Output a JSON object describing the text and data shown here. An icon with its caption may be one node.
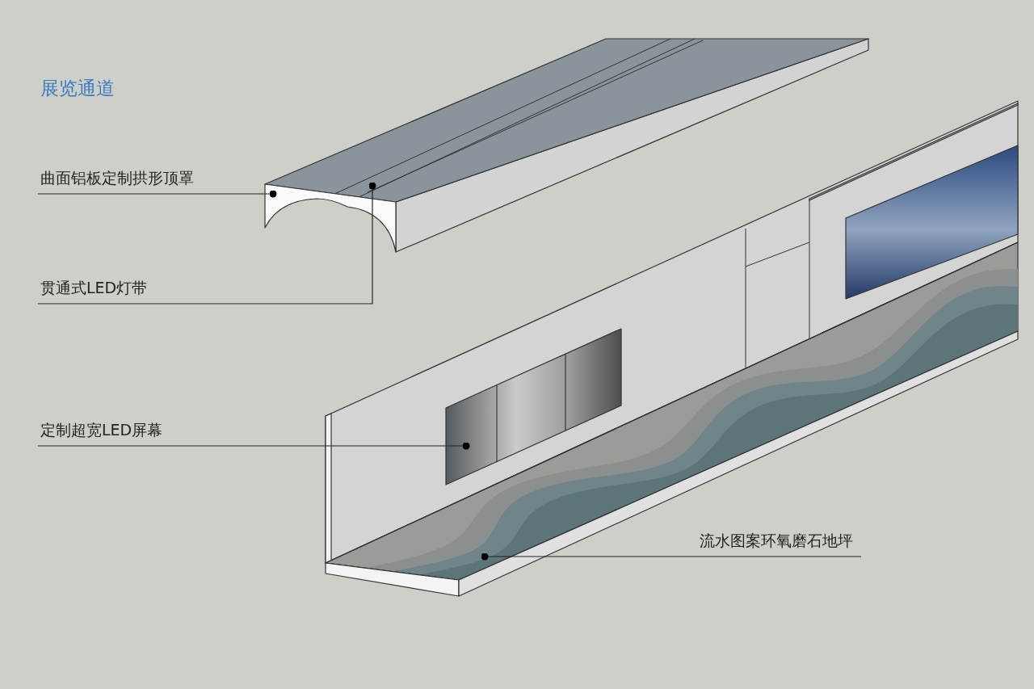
{
  "diagram": {
    "title": "展览通道",
    "nodes": [
      {
        "text": [
          "曲面铝板定制拱形顶罩"
        ]
      },
      {
        "text": [
          "贯通式LED灯带"
        ]
      },
      {
        "text": [
          "定制超宽LED屏幕"
        ]
      },
      {
        "text": [
          "流水图案环氧磨石地坪"
        ]
      }
    ],
    "edges": [
      {
        "from": 0,
        "to": null,
        "arrow": "other"
      },
      {
        "from": 1,
        "to": null,
        "arrow": "other"
      },
      {
        "from": 2,
        "to": null,
        "arrow": "other"
      },
      {
        "from": 3,
        "to": null,
        "arrow": "other"
      }
    ]
  }
}
